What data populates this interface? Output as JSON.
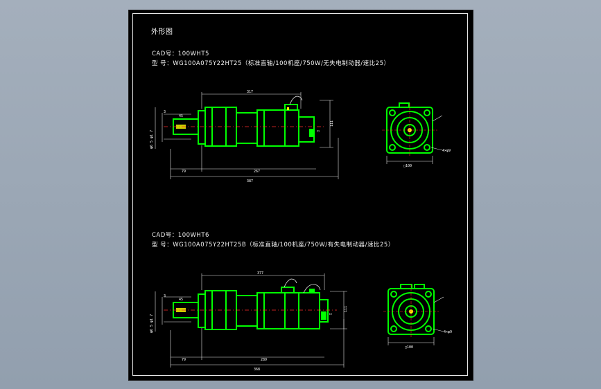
{
  "drawing": {
    "title": "外形图",
    "variant1": {
      "cad_label": "CAD号：100WHT5",
      "model_label": "型  号：WG100A075Y22HT25（标准直轴/100机座/750W/无失电制动器/速比25）",
      "dims": {
        "d_top": "317",
        "d_3": "3",
        "d_45": "45",
        "d_79": "79",
        "d_267": "267",
        "d_total": "387",
        "d_111": "111",
        "d_100": "□100",
        "d_square": "□",
        "d_left": "φ6 5 φ1 7",
        "d_hole": "4×φ9"
      }
    },
    "variant2": {
      "cad_label": "CAD号：100WHT6",
      "model_label": "型  号：WG100A075Y22HT25B（标准直轴/100机座/750W/有失电制动器/速比25）",
      "dims": {
        "d_top": "377",
        "d_3": "3",
        "d_45": "45",
        "d_79": "79",
        "d_289": "289",
        "d_total": "368",
        "d_111": "111",
        "d_100": "□100",
        "d_square": "□",
        "d_left": "φ6 5 φ1 7",
        "d_hole": "4×φ9"
      }
    }
  },
  "colors": {
    "outline": "#00ff00",
    "dimension": "#e6e6e6",
    "centerline": "#ff2a2a",
    "accent": "#ffff00"
  }
}
